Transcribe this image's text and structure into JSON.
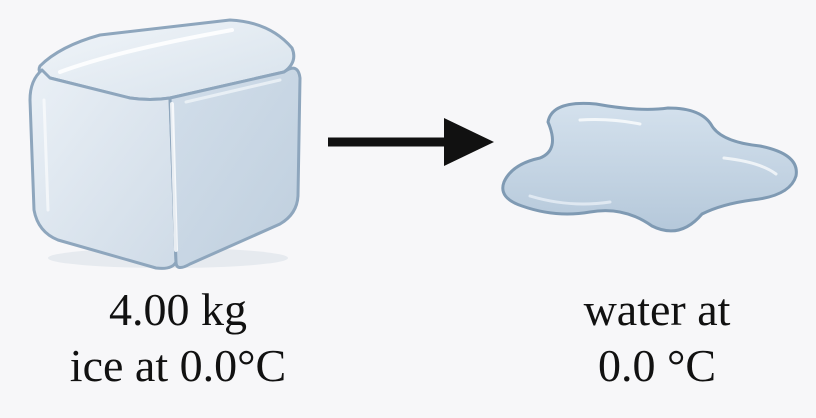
{
  "before": {
    "icon": "ice-cube-icon",
    "caption_line1": "4.00 kg",
    "caption_line2": "ice at 0.0°C"
  },
  "arrow": {
    "icon": "right-arrow-icon"
  },
  "after": {
    "icon": "water-puddle-icon",
    "caption_line1": "water at",
    "caption_line2": "0.0 °C"
  },
  "colors": {
    "background": "#f7f7f9",
    "ice_fill": "#dde6ef",
    "ice_outline": "#8ea6bd",
    "water_fill": "#c9d8e6",
    "water_outline": "#7f9ab3",
    "arrow": "#111111",
    "text": "#111111"
  }
}
